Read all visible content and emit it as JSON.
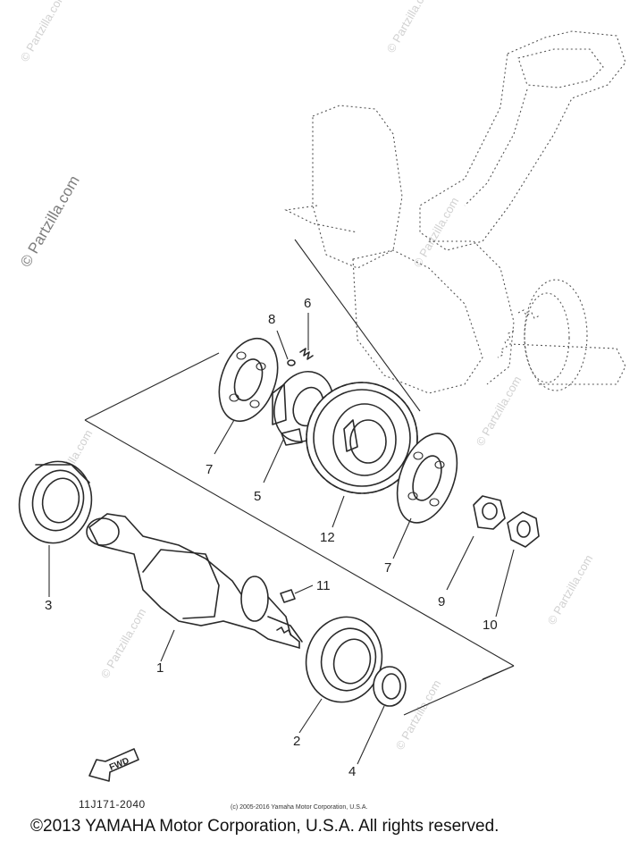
{
  "watermark": {
    "main": "© Partzilla.com",
    "tile": "© Partzilla.com"
  },
  "diagram": {
    "part_number": "11J171-2040",
    "fwd_label": "FWD",
    "small_copyright": "(c) 2005-2016 Yamaha Motor Corporation, U.S.A.",
    "callouts": [
      {
        "id": "1",
        "label": "1"
      },
      {
        "id": "2",
        "label": "2"
      },
      {
        "id": "3",
        "label": "3"
      },
      {
        "id": "4",
        "label": "4"
      },
      {
        "id": "5",
        "label": "5"
      },
      {
        "id": "6",
        "label": "6"
      },
      {
        "id": "7a",
        "label": "7"
      },
      {
        "id": "7b",
        "label": "7"
      },
      {
        "id": "8",
        "label": "8"
      },
      {
        "id": "9",
        "label": "9"
      },
      {
        "id": "10",
        "label": "10"
      },
      {
        "id": "11",
        "label": "11"
      },
      {
        "id": "12",
        "label": "12"
      }
    ]
  },
  "footer": {
    "copyright": "©2013 YAMAHA Motor Corporation, U.S.A. All rights reserved."
  }
}
